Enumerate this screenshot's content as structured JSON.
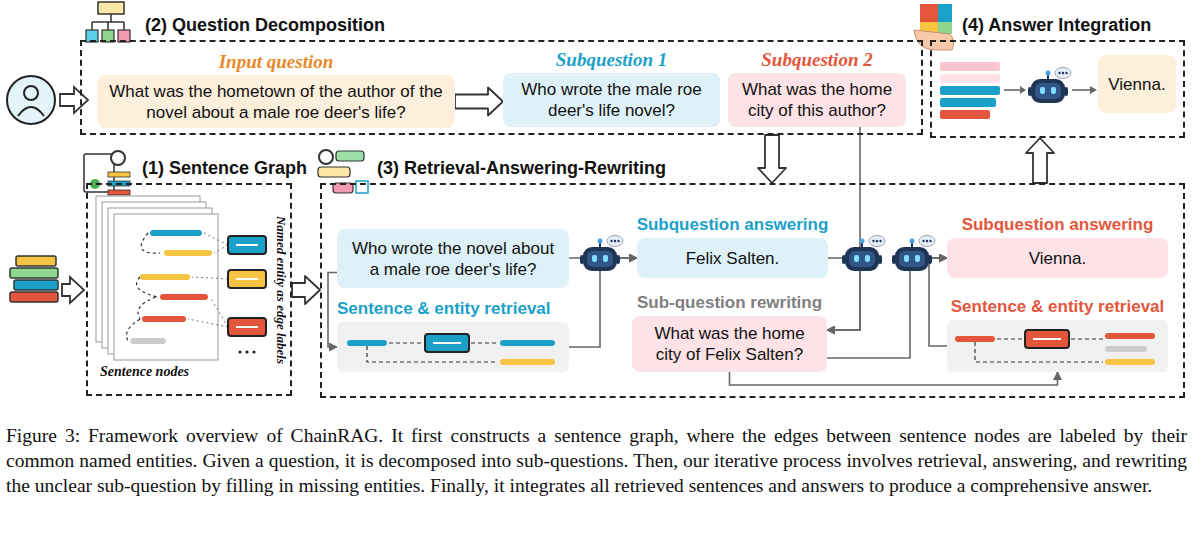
{
  "diagram": {
    "caption": "Figure 3: Framework overview of ChainRAG. It first constructs a sentence graph, where the edges between sentence nodes are labeled by their common named entities. Given a question, it is decomposed into sub-questions. Then, our iterative process involves retrieval, answering, and rewriting the unclear sub-question by filling in missing entities. Finally, it integrates all retrieved sentences and answers to produce a comprehensive answer.",
    "nodes": [
      {
        "text": [
          "(2) Question Decomposition"
        ]
      },
      {
        "text": [
          "Input question",
          "What was the hometown of the author of the novel about a male roe deer's life?"
        ],
        "in": 0
      },
      {
        "text": [
          "Subquestion 1",
          "Who wrote the male roe deer's life novel?"
        ],
        "in": 0
      },
      {
        "text": [
          "Subquestion 2",
          "What was the home city of this author?"
        ],
        "in": 0
      },
      {
        "text": [
          "(4) Answer Integration"
        ]
      },
      {
        "text": [
          "Vienna."
        ],
        "in": 4
      },
      {
        "text": [
          "(1) Sentence Graph"
        ]
      },
      {
        "text": [
          "(3) Retrieval-Answering-Rewriting"
        ]
      },
      {
        "text": [
          "Who wrote the novel about a male roe deer's life?"
        ],
        "in": 7
      },
      {
        "text": [
          "Sentence & entity retrieval"
        ],
        "in": 7
      },
      {
        "text": [
          "Subquestion answering",
          "Felix Salten."
        ],
        "in": 7
      },
      {
        "text": [
          "Sub-question rewriting",
          "What was the home city of Felix Salten?"
        ],
        "in": 7
      },
      {
        "text": [
          "Subquestion answering",
          "Vienna."
        ],
        "in": 7
      },
      {
        "text": [
          "Sentence & entity retrieval"
        ],
        "in": 7
      }
    ],
    "edges": [
      {
        "from": 1,
        "to": 2,
        "arrow": "to"
      },
      {
        "from": 0,
        "to": 7,
        "arrow": "to"
      },
      {
        "from": 7,
        "to": 4,
        "arrow": "to"
      },
      {
        "from": 6,
        "to": 7,
        "arrow": "to"
      },
      {
        "from": 8,
        "to": 10,
        "arrow": "to"
      },
      {
        "from": 9,
        "to": 10,
        "arrow": "to"
      },
      {
        "from": 8,
        "to": 9,
        "arrow": "to"
      },
      {
        "from": 10,
        "to": 11,
        "arrow": "to"
      },
      {
        "from": 3,
        "to": 11,
        "arrow": "to"
      },
      {
        "from": 11,
        "to": 12,
        "arrow": "to"
      },
      {
        "from": 13,
        "to": 12,
        "arrow": "to"
      },
      {
        "from": 11,
        "to": 13,
        "arrow": "to"
      }
    ],
    "labels": [
      "Named entity as edge labels",
      "Sentence nodes"
    ]
  }
}
